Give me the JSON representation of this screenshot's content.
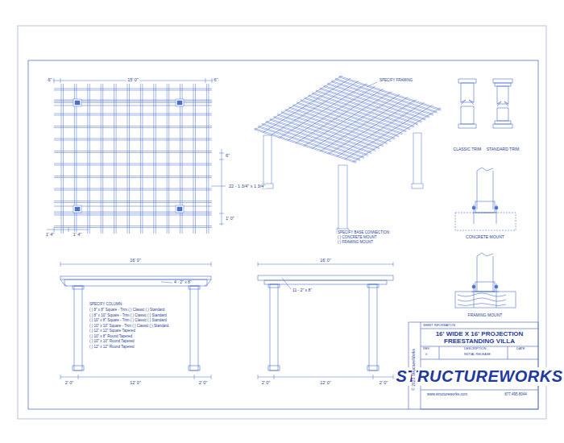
{
  "diagram": {
    "title": "16' WIDE X 16' PROJECTION FREESTANDING VILLA",
    "labels": [
      "6\"",
      "15' 0\"",
      "6\"",
      "SPECIFY FRAMING",
      "CLASSIC TRIM",
      "STANDARD TRIM",
      "6\"",
      "22 - 1 3/4\" x 1 3/4\"",
      "1' 0\"",
      "1' 4\"",
      "1' 4\"",
      "SPECIFY BASE CONNECTION:",
      "( ) CONCRETE MOUNT",
      "( ) FRAMING MOUNT",
      "CONCRETE MOUNT",
      "16' 0\"",
      "16' 0\"",
      "4 - 2\" x 8\"",
      "11 - 2\" x 8\"",
      "FRAMING MOUNT",
      "SPECIFY COLUMN:",
      "( ) 8\" x 8\" Square - Trim ( ) Classic ( ) Standard",
      "( ) 8\" x 10\" Square - Trim ( ) Classic ( ) Standard",
      "( ) 10\" x 8\" Square - Trim ( ) Classic ( ) Standard",
      "( ) 10\" x 10\" Square - Trim ( ) Classic ( ) Standard",
      "( ) 12\" x 12\" Square Tapered",
      "( ) 10\" x 8\" Round Tapered",
      "( ) 10\" x 10\" Round Tapered",
      "( ) 12\" x 12\" Round Tapered",
      "2' 0\"",
      "12' 0\"",
      "2' 0\"",
      "2' 0\"",
      "12' 0\"",
      "2' 0\"",
      "SHEET INFORMATION",
      "REV",
      "0",
      "DESCRIPTION",
      "INITIAL RELEASE",
      "DATE",
      "STRUCTUREWORKS",
      "www.structureworks.com",
      "877.495.8044",
      "© 2023 StructureWorks"
    ]
  }
}
